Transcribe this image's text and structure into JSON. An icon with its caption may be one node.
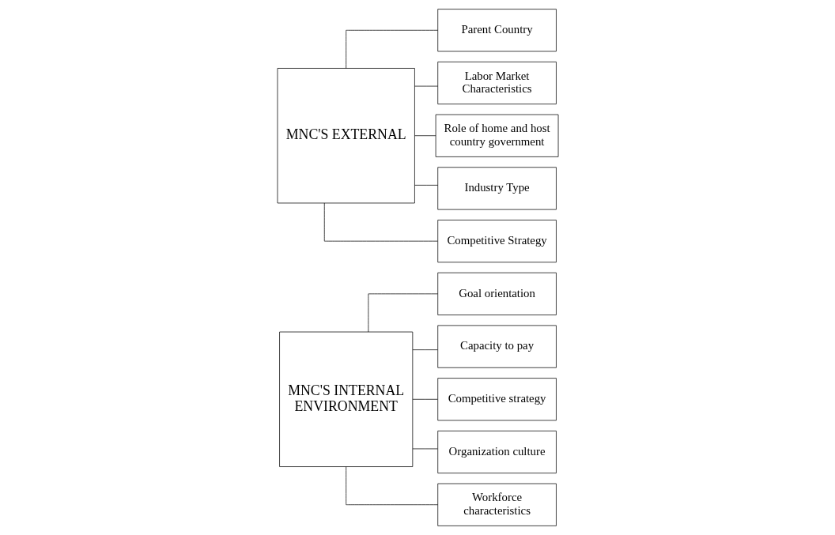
{
  "diagram": {
    "nodes": [
      {
        "text": [
          "MNC'S INTERNAL ENVIRONMENT"
        ]
      },
      {
        "text": [
          "Goal orientation"
        ]
      },
      {
        "text": [
          "Capacity to pay"
        ]
      },
      {
        "text": [
          "Competitive strategy"
        ]
      },
      {
        "text": [
          "Organization culture"
        ]
      },
      {
        "text": [
          "Workforce characteristics"
        ]
      },
      {
        "text": [
          "MNC'S EXTERNAL"
        ]
      },
      {
        "text": [
          "Parent Country"
        ]
      },
      {
        "text": [
          "Labor Market Characteristics"
        ]
      },
      {
        "text": [
          "Role of home and host country government"
        ]
      },
      {
        "text": [
          "Industry Type"
        ]
      },
      {
        "text": [
          "Competitive Strategy"
        ]
      }
    ],
    "edges": [
      {
        "from": 0,
        "to": 1,
        "arrow": "none"
      },
      {
        "from": 0,
        "to": 2,
        "arrow": "none"
      },
      {
        "from": 0,
        "to": 3,
        "arrow": "none"
      },
      {
        "from": 0,
        "to": 4,
        "arrow": "none"
      },
      {
        "from": 0,
        "to": 5,
        "arrow": "none"
      },
      {
        "from": 6,
        "to": 7,
        "arrow": "none"
      },
      {
        "from": 6,
        "to": 8,
        "arrow": "none"
      },
      {
        "from": 6,
        "to": 9,
        "arrow": "none"
      },
      {
        "from": 6,
        "to": 10,
        "arrow": "none"
      },
      {
        "from": 6,
        "to": 11,
        "arrow": "none"
      }
    ]
  }
}
